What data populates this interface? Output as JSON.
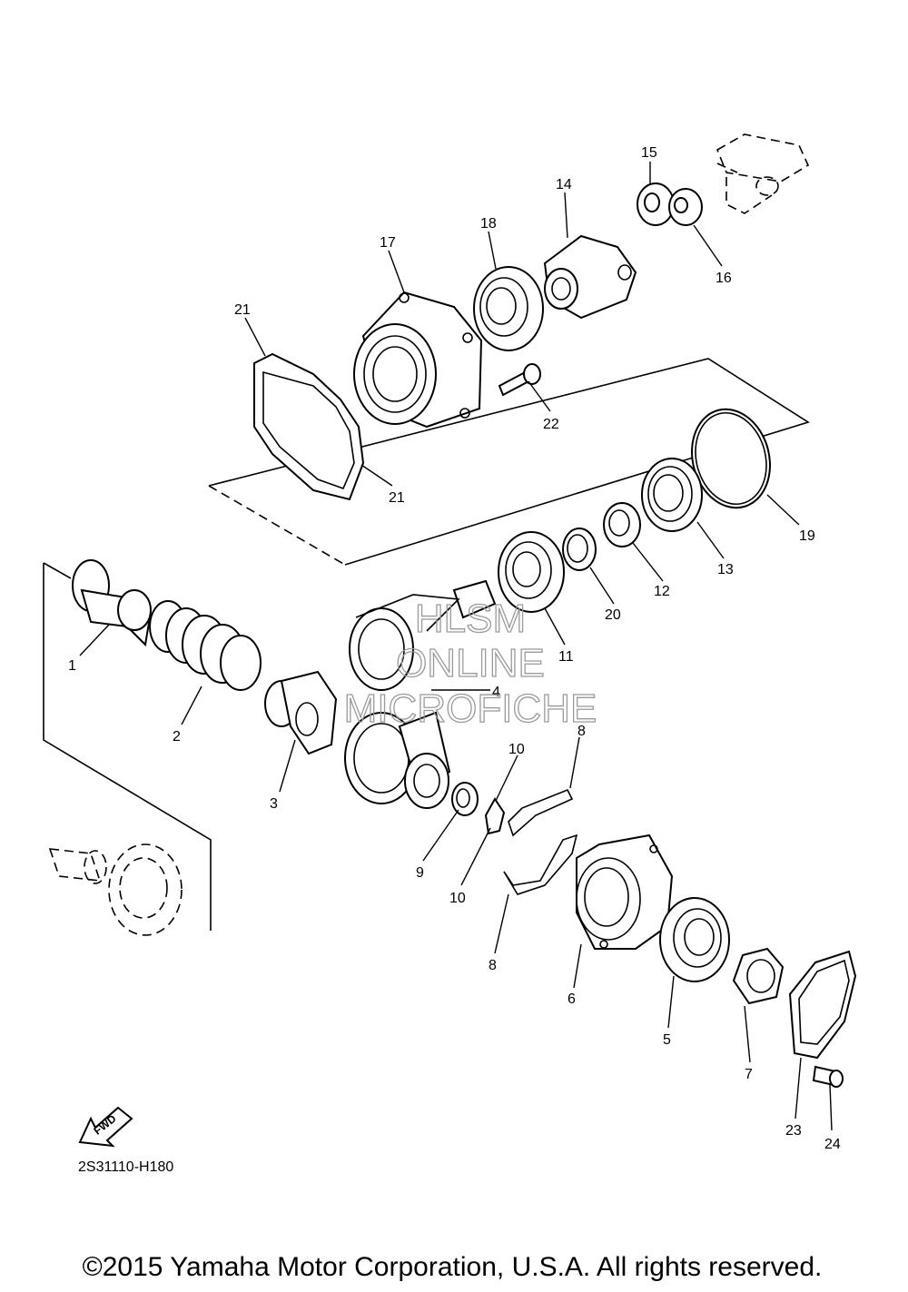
{
  "callouts": [
    {
      "id": "1",
      "label": "1"
    },
    {
      "id": "2",
      "label": "2"
    },
    {
      "id": "3",
      "label": "3"
    },
    {
      "id": "4",
      "label": "4"
    },
    {
      "id": "5",
      "label": "5"
    },
    {
      "id": "6",
      "label": "6"
    },
    {
      "id": "7",
      "label": "7"
    },
    {
      "id": "8a",
      "label": "8"
    },
    {
      "id": "8b",
      "label": "8"
    },
    {
      "id": "9",
      "label": "9"
    },
    {
      "id": "10a",
      "label": "10"
    },
    {
      "id": "10b",
      "label": "10"
    },
    {
      "id": "11",
      "label": "11"
    },
    {
      "id": "12",
      "label": "12"
    },
    {
      "id": "13",
      "label": "13"
    },
    {
      "id": "14",
      "label": "14"
    },
    {
      "id": "15",
      "label": "15"
    },
    {
      "id": "16",
      "label": "16"
    },
    {
      "id": "17",
      "label": "17"
    },
    {
      "id": "18",
      "label": "18"
    },
    {
      "id": "19",
      "label": "19"
    },
    {
      "id": "20",
      "label": "20"
    },
    {
      "id": "21a",
      "label": "21"
    },
    {
      "id": "21b",
      "label": "21"
    },
    {
      "id": "22",
      "label": "22"
    },
    {
      "id": "23",
      "label": "23"
    },
    {
      "id": "24",
      "label": "24"
    }
  ],
  "watermark": {
    "line1": "HLSM",
    "line2": "ONLINE",
    "line3": "MICROFICHE"
  },
  "fwd_label": "FWD",
  "diagram_code": "2S31110-H180",
  "copyright": "©2015 Yamaha Motor Corporation, U.S.A. All rights reserved."
}
